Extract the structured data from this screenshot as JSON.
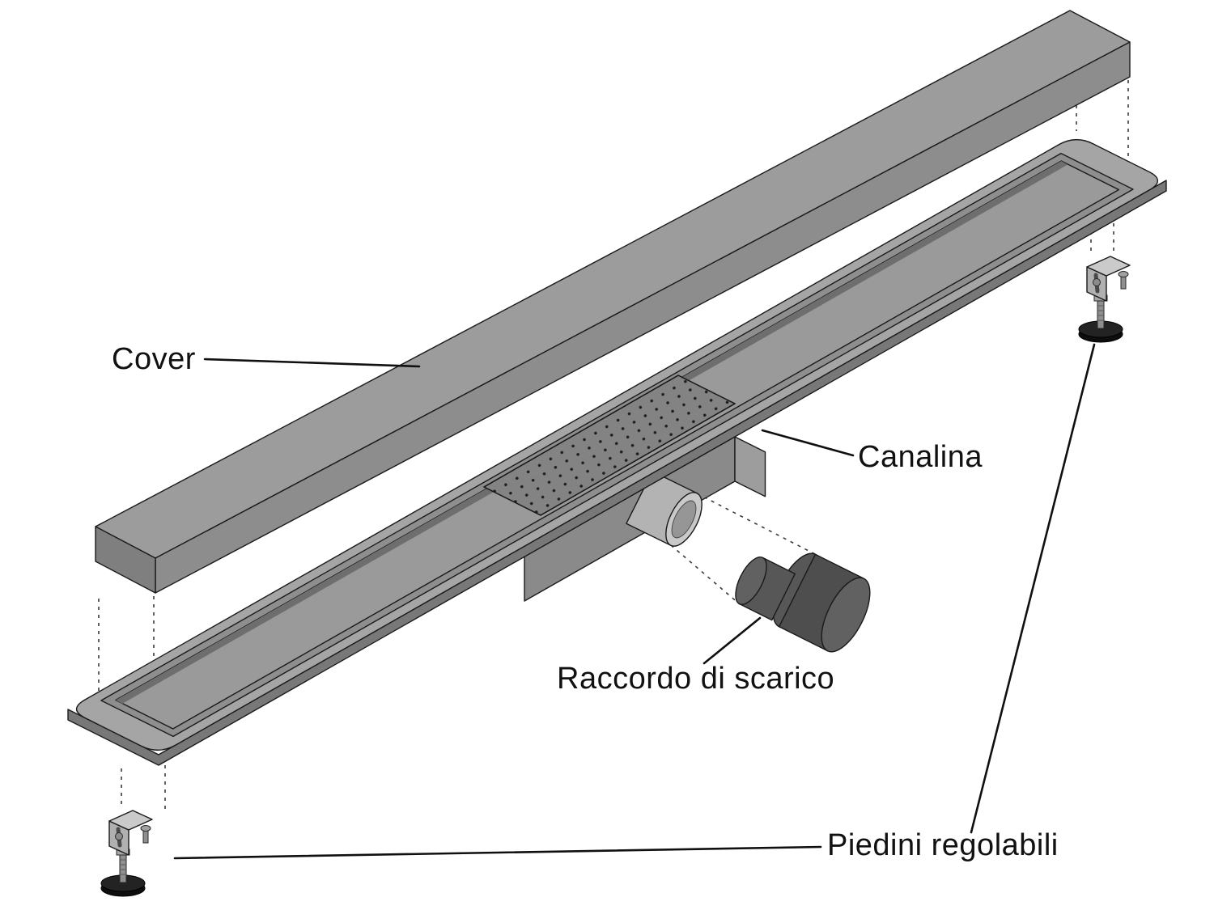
{
  "labels": {
    "cover": "Cover",
    "canalina": "Canalina",
    "raccordo": "Raccordo di scarico",
    "piedini": "Piedini regolabili"
  },
  "colors": {
    "background": "#ffffff",
    "line": "#1a1a1a",
    "label_text": "#111111",
    "cover_top": "#9c9c9c",
    "cover_side": "#8d8d8d",
    "cover_end": "#7f7f7f",
    "flange_top": "#a5a5a5",
    "flange_edge": "#787878",
    "rim": "#8e8e8e",
    "trough": "#9a9a9a",
    "trough_wall": "#6e6e6e",
    "grate": "#838383",
    "grate_dot": "#1d1d1d",
    "housing_front": "#8a8a8a",
    "housing_side": "#9d9d9d",
    "outlet_body": "#b3b3b3",
    "outlet_face": "#c9c9c9",
    "outlet_inner": "#969696",
    "raccordo_body": "#4e4e4e",
    "raccordo_face": "#616161",
    "raccordo_small": "#575757",
    "foot_metal": "#cacaca",
    "foot_metal_dark": "#b0b0b0",
    "foot_pad": "#0d0d0d"
  }
}
